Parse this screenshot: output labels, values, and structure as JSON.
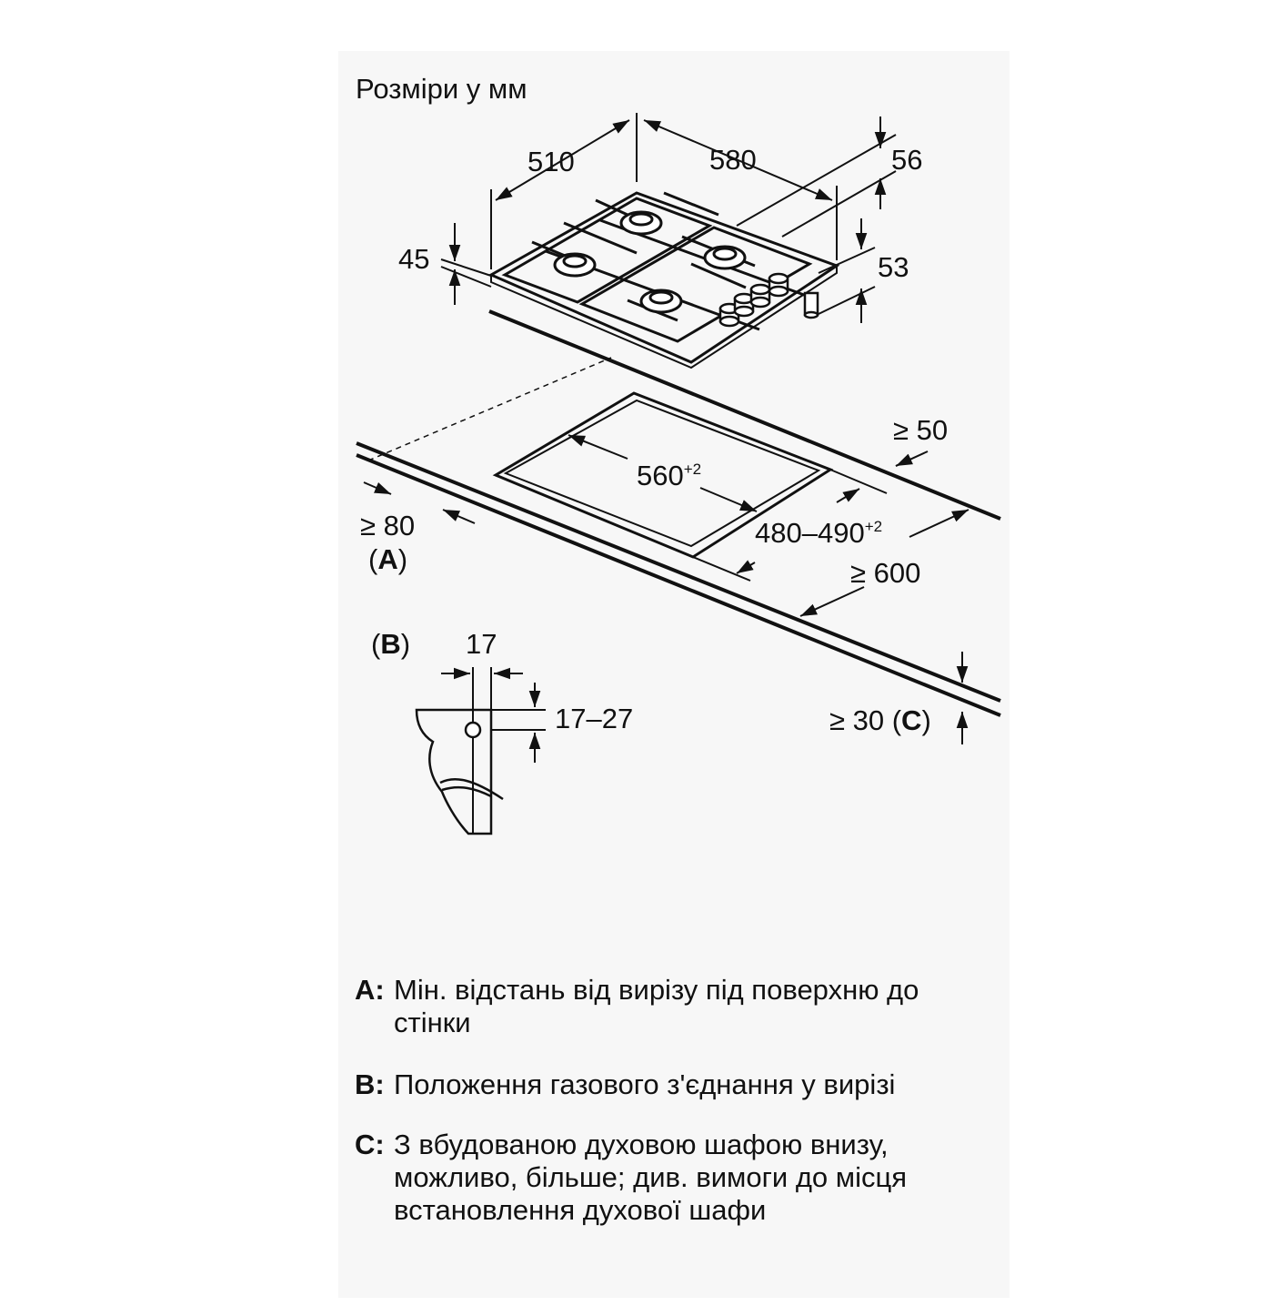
{
  "title": "Розміри у мм",
  "dimensions": {
    "d510": "510",
    "d580": "580",
    "d56": "56",
    "d45": "45",
    "d53": "53",
    "d50": "≥ 50",
    "d560": "560",
    "d560_tol": "+2",
    "d480": "480–490",
    "d480_tol": "+2",
    "d80": "≥ 80",
    "d600": "≥ 600",
    "d30": "≥ 30",
    "d17": "17",
    "d17_27": "17–27"
  },
  "markers": {
    "a": "A",
    "b": "B",
    "c": "C"
  },
  "legend": [
    {
      "key": "A:",
      "text": "Мін. відстань від вирізу під поверхню до стінки"
    },
    {
      "key": "B:",
      "text": "Положення газового з'єднання у вирізі"
    },
    {
      "key": "C:",
      "text": "З вбудованою духовою шафою внизу, можливо, більше; див. вимоги до місця встановлення духової шафи"
    }
  ]
}
